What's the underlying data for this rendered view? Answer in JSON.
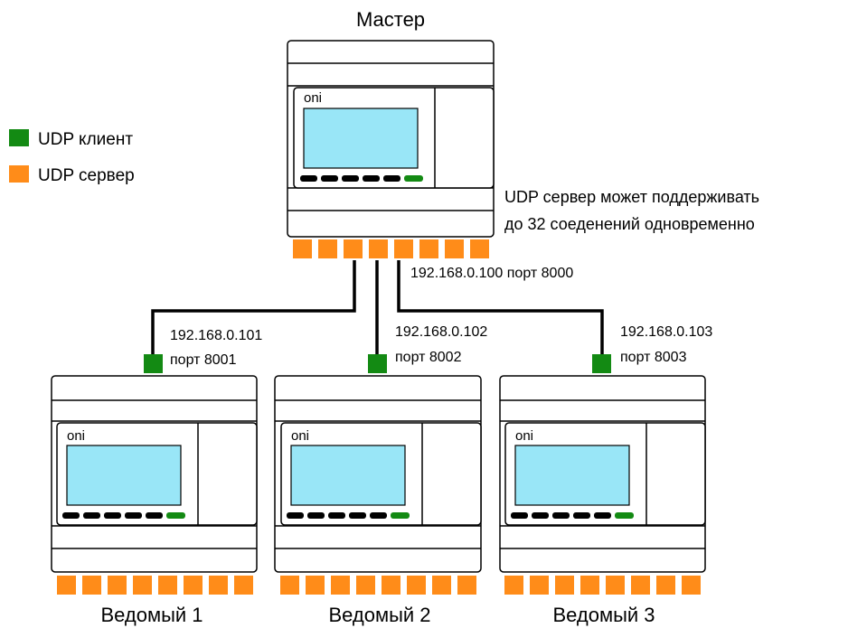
{
  "legend": {
    "client_label": "UDP клиент",
    "server_label": "UDP сервер",
    "client_color": "#138a13",
    "server_color": "#ff8c19"
  },
  "master": {
    "title": "Мастер",
    "brand": "oni",
    "address": "192.168.0.100 порт 8000",
    "note_line1": "UDP сервер может поддерживать",
    "note_line2": "до 32 соеденений одновременно"
  },
  "slaves": [
    {
      "title": "Ведомый 1",
      "brand": "oni",
      "ip": "192.168.0.101",
      "port": "порт 8001"
    },
    {
      "title": "Ведомый 2",
      "brand": "oni",
      "ip": "192.168.0.102",
      "port": "порт 8002"
    },
    {
      "title": "Ведомый 3",
      "brand": "oni",
      "ip": "192.168.0.103",
      "port": "порт 8003"
    }
  ],
  "colors": {
    "screen": "#99e6f7",
    "button": "#000000",
    "led": "#138a13"
  }
}
